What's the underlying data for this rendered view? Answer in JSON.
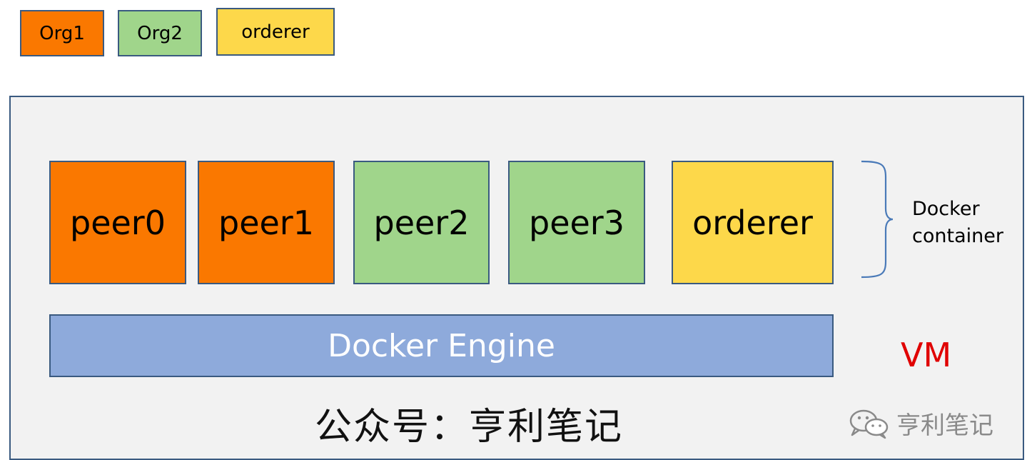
{
  "legend": {
    "org1": "Org1",
    "org2": "Org2",
    "orderer": "orderer"
  },
  "containers": [
    {
      "label": "peer0",
      "org": "Org1"
    },
    {
      "label": "peer1",
      "org": "Org1"
    },
    {
      "label": "peer2",
      "org": "Org2"
    },
    {
      "label": "peer3",
      "org": "Org2"
    },
    {
      "label": "orderer",
      "org": "orderer"
    }
  ],
  "docker_container_label": {
    "line1": "Docker",
    "line2": "container"
  },
  "engine_label": "Docker Engine",
  "vm_label": "VM",
  "wechat_text": "公众号：亨利笔记",
  "watermark_text": "亨利笔记",
  "colors": {
    "org1": "#fa7800",
    "org2": "#a0d58b",
    "orderer": "#fdd84a",
    "engine": "#8eaadb",
    "vm_background": "#f2f2f2",
    "border": "#3a5a80",
    "vm_label": "#e00000"
  },
  "icons": {
    "watermark": "wechat-icon",
    "bracket": "curly-brace-icon"
  }
}
